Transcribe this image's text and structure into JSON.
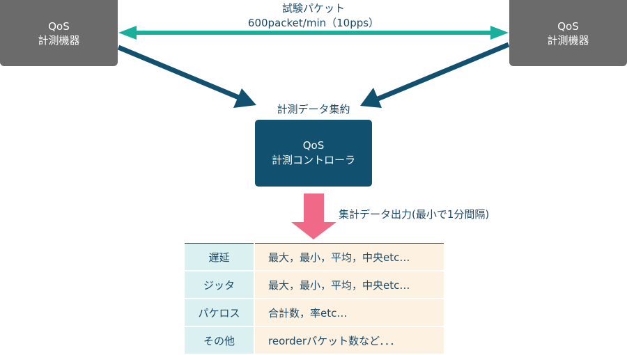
{
  "devices": {
    "left": {
      "line1": "QoS",
      "line2": "計測機器"
    },
    "right": {
      "line1": "QoS",
      "line2": "計測機器"
    }
  },
  "test_packet": {
    "line1": "試験パケット",
    "line2": "600packet/min（10pps）"
  },
  "collect_label": "計測データ集約",
  "controller": {
    "line1": "QoS",
    "line2": "計測コントローラ"
  },
  "output_label": "集計データ出力(最小で1分間隔)",
  "table": {
    "rows": [
      {
        "key": "遅延",
        "value": "最大，最小，平均，中央etc…"
      },
      {
        "key": "ジッタ",
        "value": "最大，最小，平均，中央etc…"
      },
      {
        "key": "パケロス",
        "value": "合計数，率etc…"
      },
      {
        "key": "その他",
        "value": "reorderパケット数など．．．"
      }
    ]
  },
  "colors": {
    "device": "#6b6b6b",
    "controller": "#12506f",
    "packet_arrow": "#1aaf9c",
    "data_arrow": "#12506f",
    "output_arrow": "#f06a87",
    "table_key_bg": "#daf0f1",
    "table_value_bg": "#fdf1e1"
  }
}
